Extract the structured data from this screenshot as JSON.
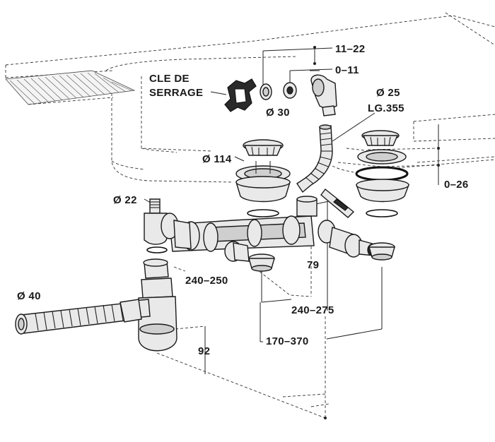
{
  "labels": {
    "cle_de_serrage_line1": "CLE DE",
    "cle_de_serrage_line2": "SERRAGE",
    "dim_11_22": "11–22",
    "dim_0_11": "0–11",
    "dia_25": "Ø 25",
    "lg_355": "LG.355",
    "dia_30": "Ø 30",
    "dia_114": "Ø 114",
    "dim_0_26": "0–26",
    "dia_22": "Ø 22",
    "dim_79": "79",
    "dim_240_250": "240–250",
    "dim_240_275": "240–275",
    "dia_40": "Ø 40",
    "dim_170_370": "170–370",
    "dim_92": "92"
  },
  "colors": {
    "ink": "#1a1a1a",
    "part_fill": "#e9e9e9",
    "part_shade": "#cfcfcf"
  },
  "icons": {
    "wrench": "clamping-key-icon",
    "strainer_left": "basket-strainer-icon",
    "strainer_right": "basket-strainer-icon",
    "siphon": "bottle-trap-icon",
    "hose": "flexible-hose-icon"
  }
}
